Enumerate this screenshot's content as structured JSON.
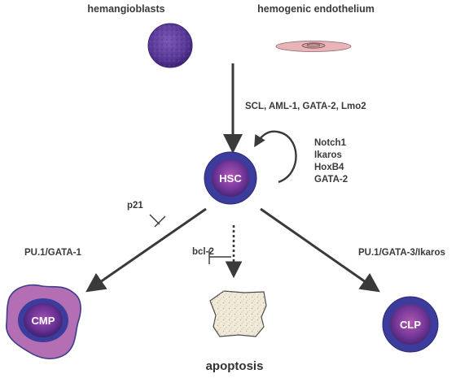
{
  "sources": {
    "hemangioblasts": "hemangioblasts",
    "hemogenic_endothelium": "hemogenic endothelium"
  },
  "factors": {
    "specification": "SCL, AML-1, GATA-2,  Lmo2",
    "self_renewal": [
      "Notch1",
      "Ikaros",
      "HoxB4",
      "GATA-2"
    ],
    "cmp_branch": "PU.1/GATA-1",
    "clp_branch": "PU.1/GATA-3/Ikaros",
    "inhibitor_p21": "p21",
    "inhibitor_bcl2": "bcl-2"
  },
  "cells": {
    "hsc": "HSC",
    "cmp": "CMP",
    "clp": "CLP"
  },
  "outcome": {
    "apoptosis": "apoptosis"
  },
  "colors": {
    "ring_blue": "#3a3a9a",
    "purple_core": "#4a2a8a",
    "cmp_outer": "#b46fb4",
    "hemangioblast": "#5a3a9a",
    "endothelium": "#e8b4b8",
    "apoptotic_cell": "#f2ead8",
    "arrow": "#3a3a3a"
  }
}
